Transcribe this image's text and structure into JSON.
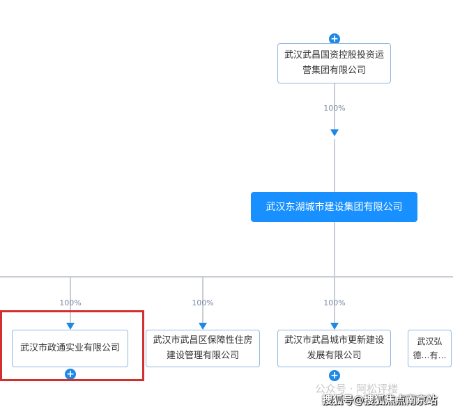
{
  "top_node": {
    "name": "武汉武昌国资控股投资运营集团有限公司"
  },
  "top_edge": {
    "percent": "100%"
  },
  "main_node": {
    "name": "武汉东湖城市建设集团有限公司"
  },
  "children": [
    {
      "name": "武汉市政通实业有限公司",
      "percent": "100%",
      "highlighted": true
    },
    {
      "name": "武汉市武昌区保障性住房建设管理有限公司",
      "percent": "100%"
    },
    {
      "name": "武汉市武昌城市更新建设发展有限公司",
      "percent": "100%"
    },
    {
      "name": "武汉弘德…有…"
    }
  ],
  "watermarks": {
    "wechat": "公众号 · 阿松评楼",
    "sohu": "搜狐号@搜狐焦点南京站"
  },
  "colors": {
    "accent": "#1890ff",
    "highlight": "#d32f2f"
  }
}
